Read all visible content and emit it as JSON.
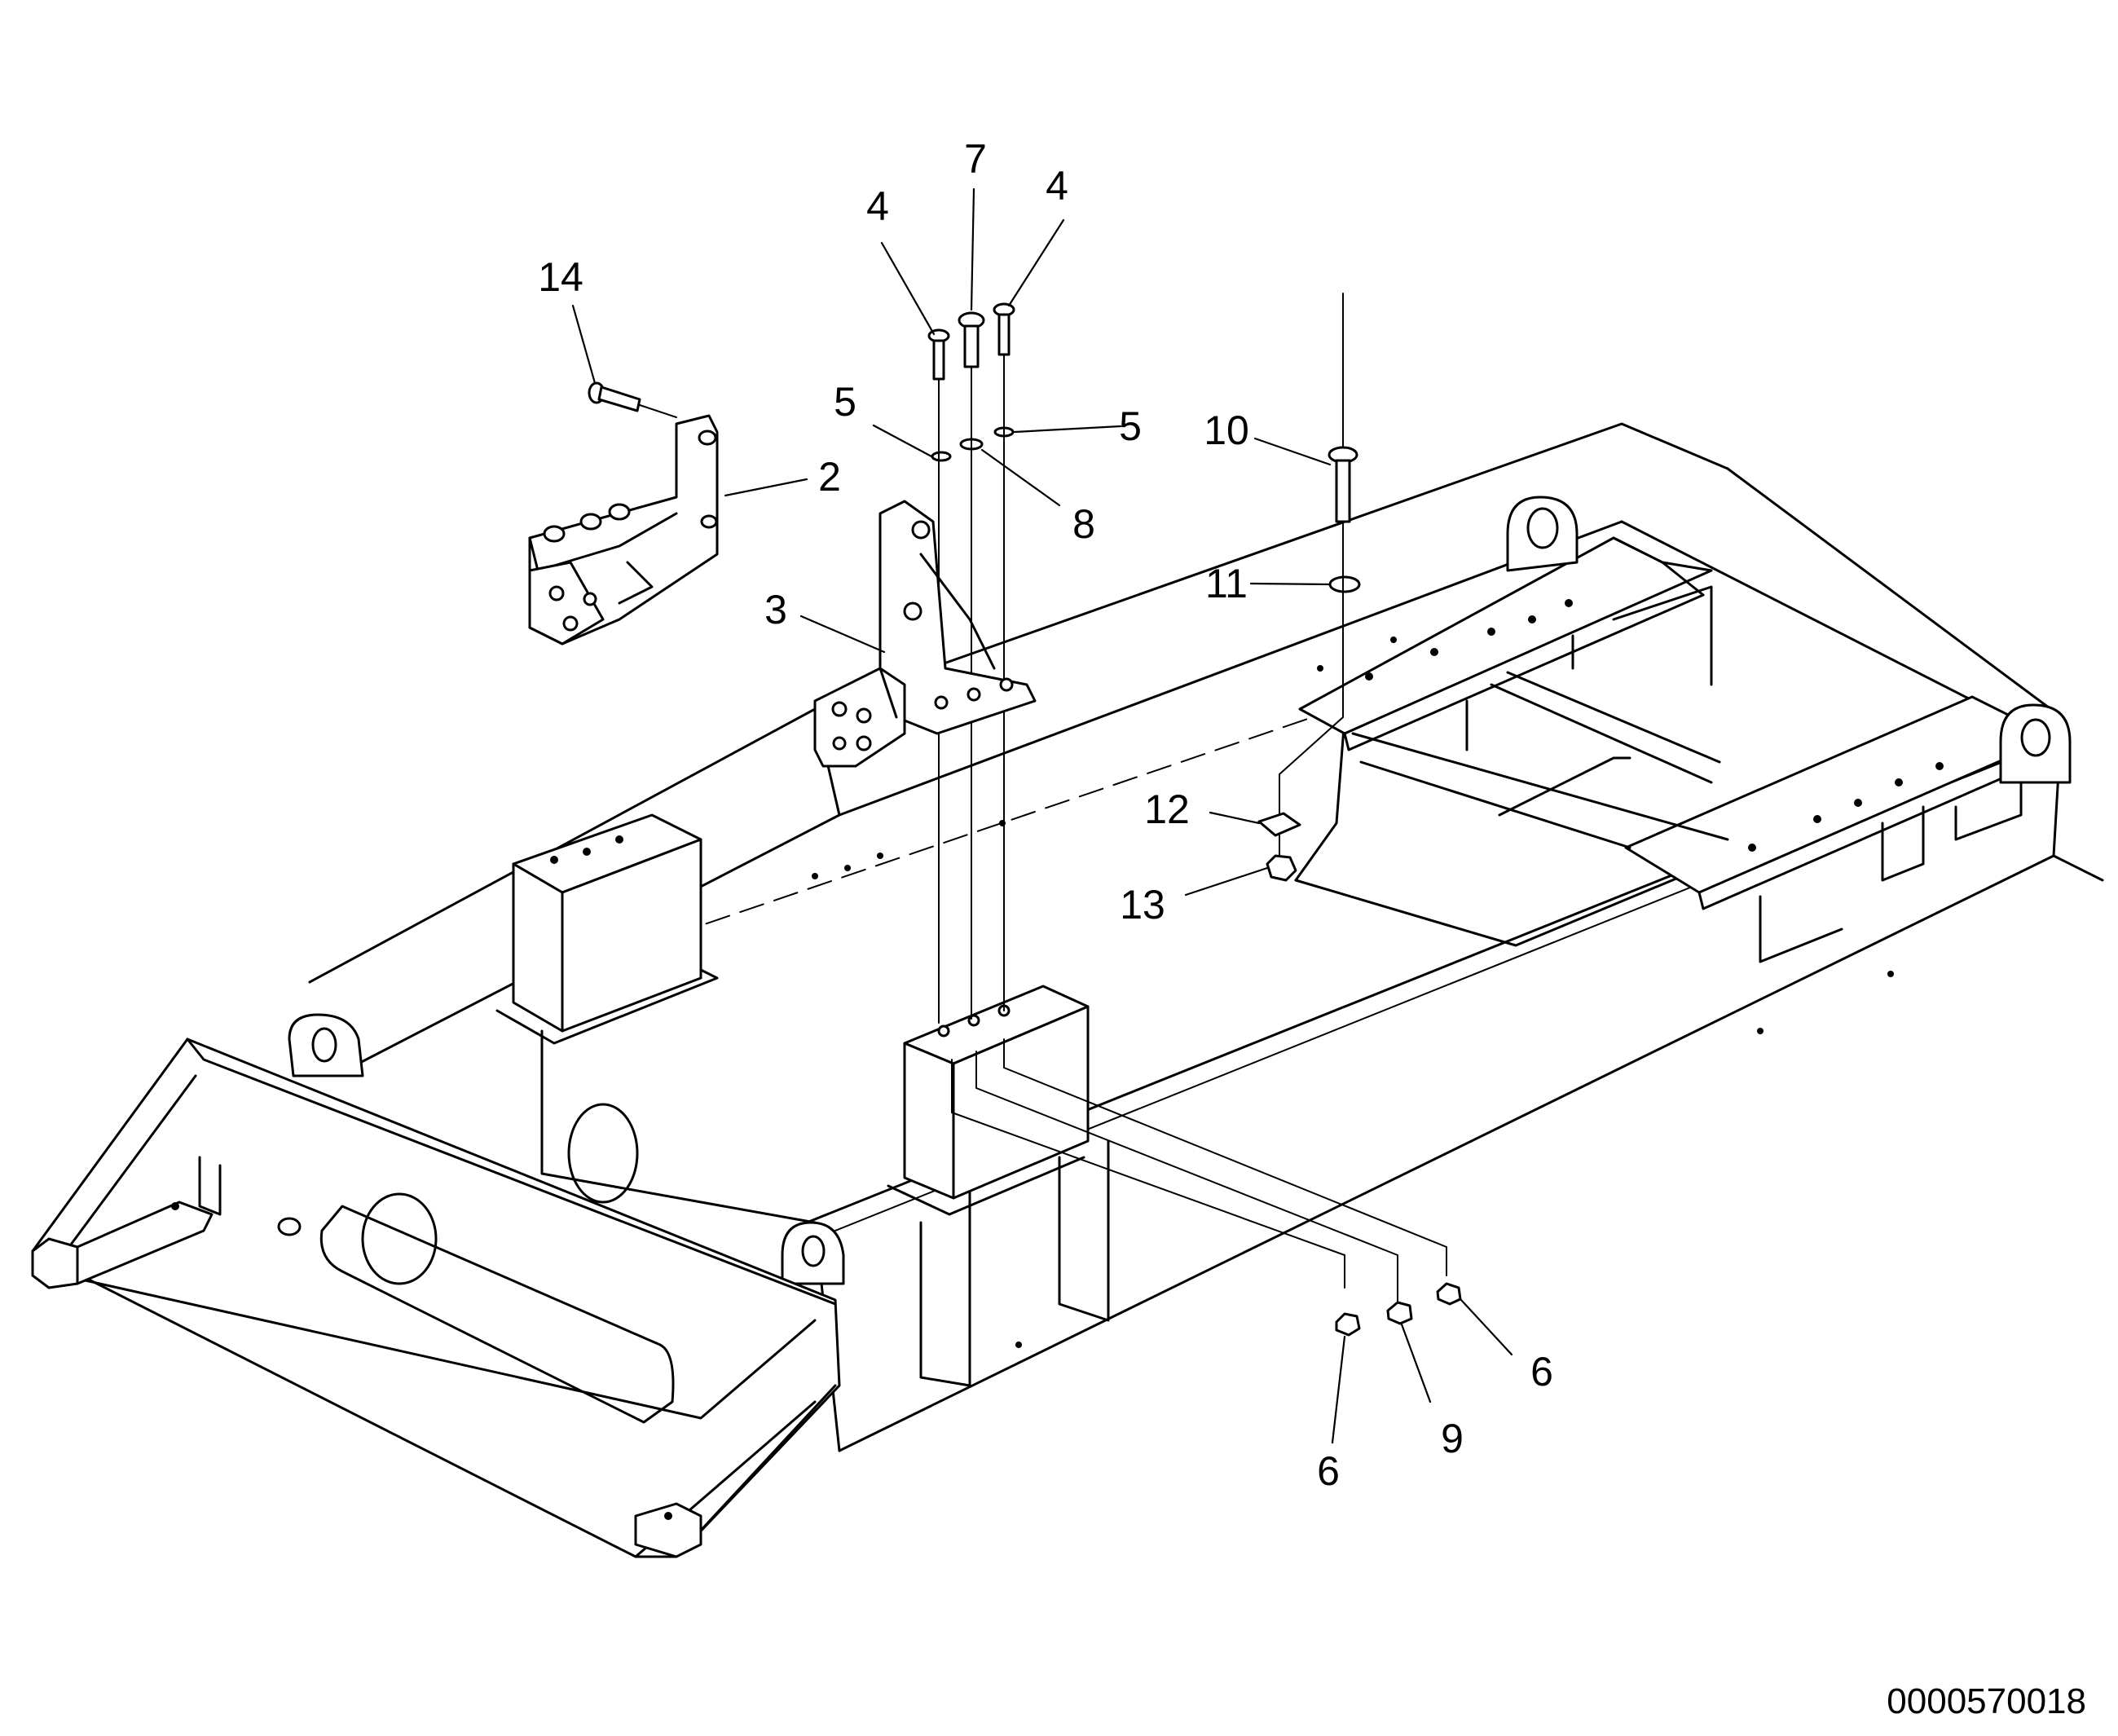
{
  "callouts": {
    "c1": "4",
    "c2": "7",
    "c3": "4",
    "c4": "14",
    "c5": "5",
    "c6": "5",
    "c7": "2",
    "c8": "10",
    "c9": "8",
    "c10": "3",
    "c11": "11",
    "c12": "12",
    "c13": "13",
    "c14": "6",
    "c15": "9",
    "c16": "6"
  },
  "document_id": "0000570018"
}
